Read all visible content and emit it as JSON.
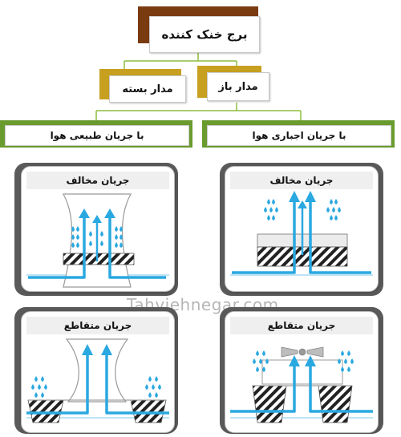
{
  "root": {
    "label": "برج خنک کننده"
  },
  "circuits": {
    "closed": "مدار بسته",
    "open": "مدار باز"
  },
  "flows": {
    "natural": "با جریان طبیعی هوا",
    "forced": "با جریان اجباری هوا"
  },
  "panels": {
    "natural_counter": "جریان مخالف",
    "forced_counter": "جریان مخالف",
    "natural_cross": "جریان متقاطع",
    "forced_cross": "جریان متقاطع"
  },
  "watermark": "Tahviehnegar.com",
  "colors": {
    "brown": "#7b3b10",
    "gold": "#c8a020",
    "green": "#6a9b2e",
    "arrow": "#2aa8e0"
  }
}
